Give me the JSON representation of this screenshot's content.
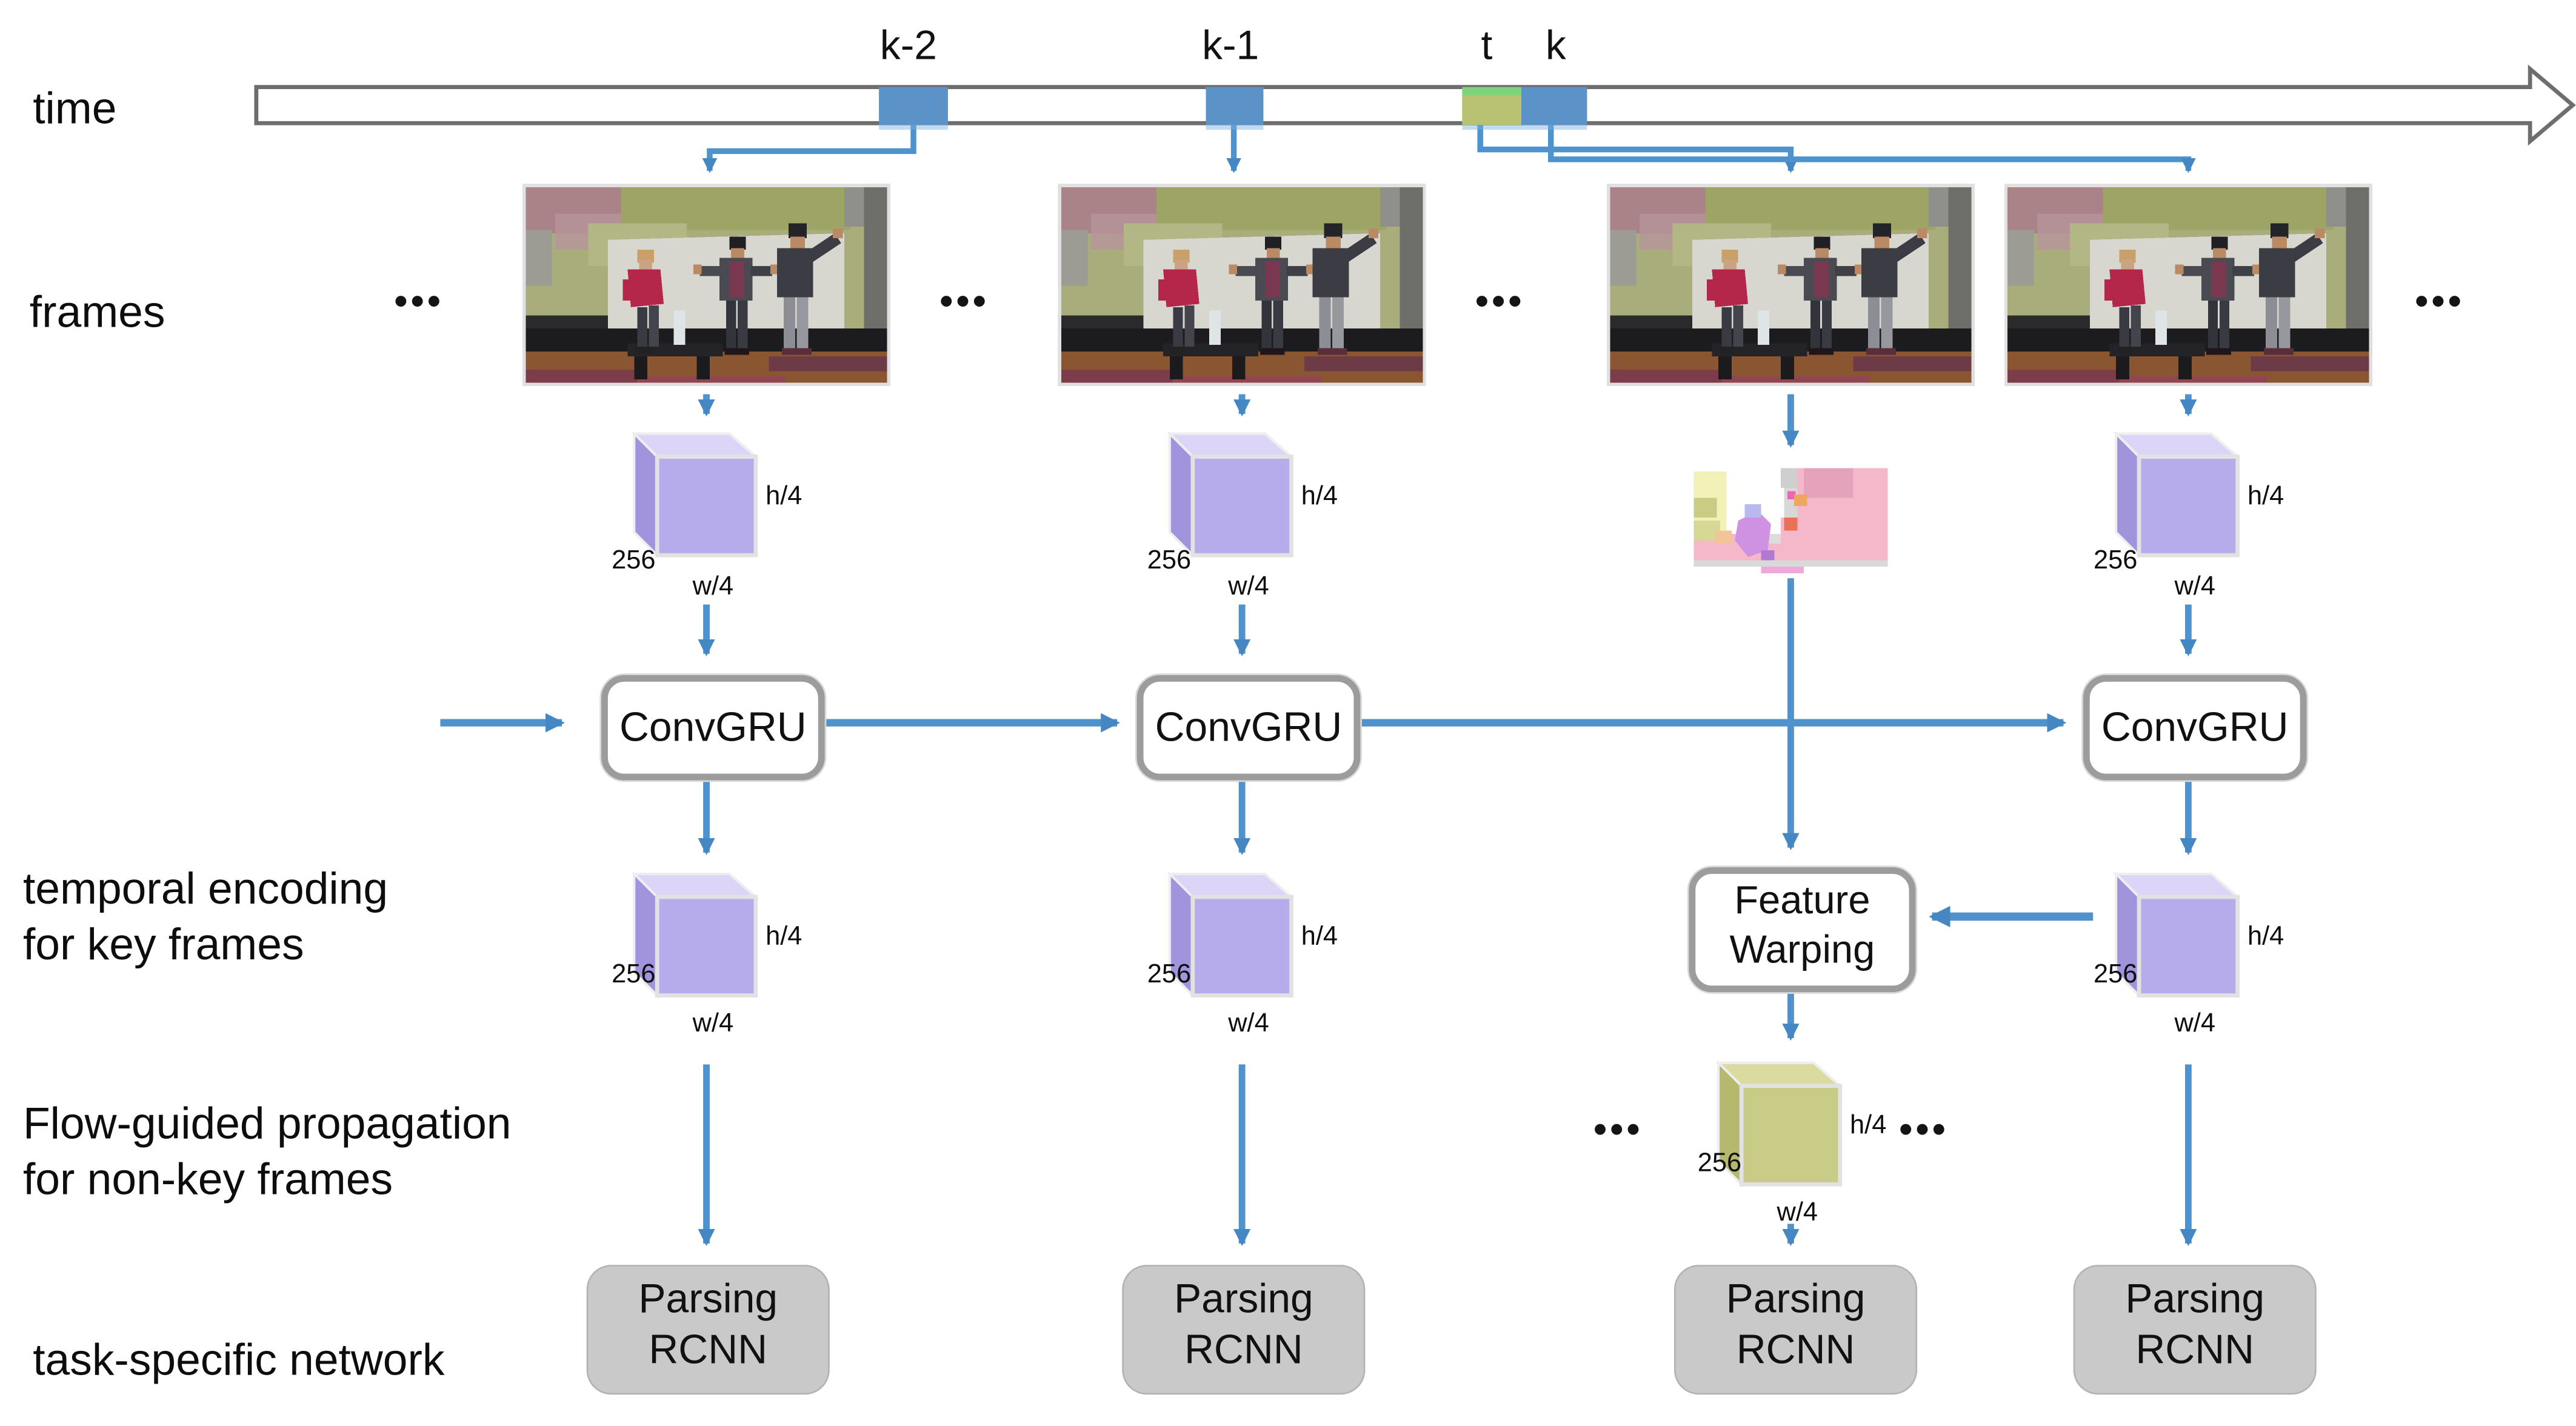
{
  "labels": {
    "time": "time",
    "frames": "frames",
    "temporal": [
      "temporal encoding",
      "for key frames"
    ],
    "flow": [
      "Flow-guided propagation",
      "for non-key frames"
    ],
    "task": "task-specific network"
  },
  "timeline": {
    "ticks": [
      "k-2",
      "k-1",
      "t",
      "k"
    ]
  },
  "nodes": {
    "convgru": "ConvGRU",
    "feature_warping": [
      "Feature",
      "Warping"
    ],
    "parsing": [
      "Parsing",
      "RCNN"
    ]
  },
  "cube": {
    "d": "256",
    "h": "h/4",
    "w": "w/4"
  },
  "dots": {
    "ellipsis": "•••"
  },
  "colors": {
    "arrow_blue": "#4f93ce",
    "marker_blue": "#5b92c8",
    "marker_olive": "#b9c173",
    "cube_purple_front": "#b7aceb",
    "cube_purple_top": "#ddd5f7",
    "cube_purple_side": "#a194dd",
    "cube_green_front": "#c9cc86",
    "cube_green_top": "#dadc9f",
    "cube_green_side": "#b5b96d",
    "node_gray": "#c9c9c9",
    "border_gray": "#9c9c9c"
  }
}
